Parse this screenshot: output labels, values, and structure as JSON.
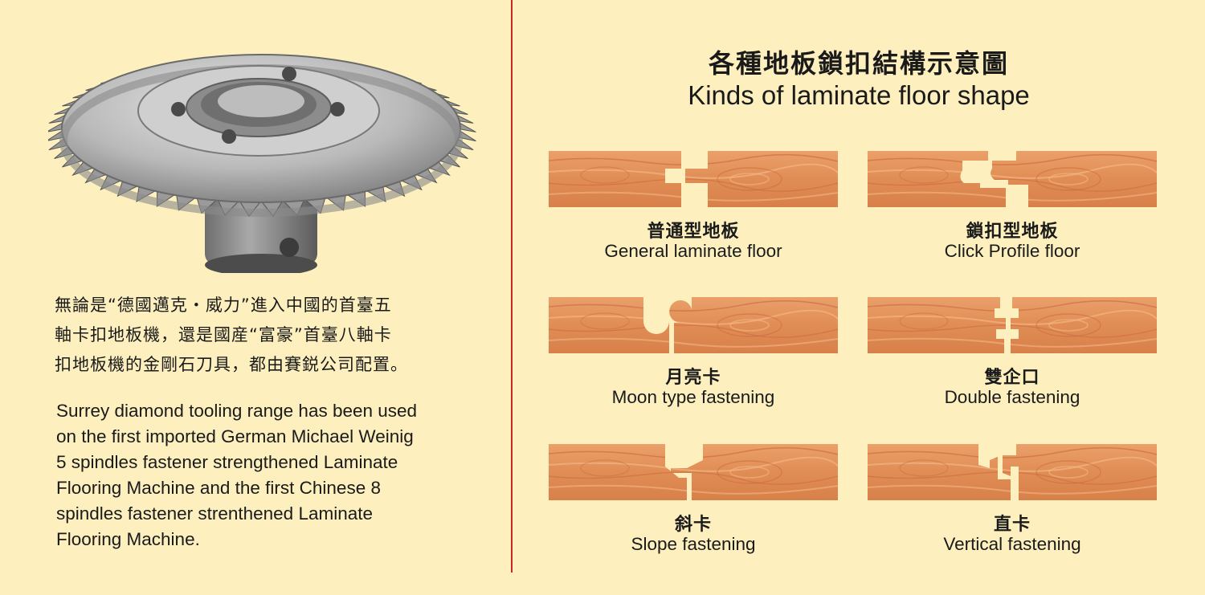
{
  "left": {
    "image_alt": "diamond-tipped cutter wheel",
    "zh_text": "無論是“德國邁克・威力”進入中國的首臺五\n軸卡扣地板機，還是國産“富豪”首臺八軸卡\n扣地板機的金剛石刀具，都由賽鋭公司配置。",
    "en_text": "Surrey diamond tooling range has been used\non the first imported German Michael Weinig\n5 spindles fastener strengthened Laminate\nFlooring Machine and the first Chinese 8\nspindles fastener strenthened Laminate\nFlooring Machine."
  },
  "right": {
    "title_zh": "各種地板鎖扣結構示意圖",
    "title_en": "Kinds of laminate floor shape",
    "joints": [
      {
        "zh": "普通型地板",
        "en": "General laminate floor",
        "shape": "tongue-groove"
      },
      {
        "zh": "鎖扣型地板",
        "en": "Click Profile floor",
        "shape": "click-profile"
      },
      {
        "zh": "月亮卡",
        "en": "Moon type fastening",
        "shape": "moon"
      },
      {
        "zh": "雙企口",
        "en": "Double fastening",
        "shape": "double"
      },
      {
        "zh": "斜卡",
        "en": "Slope fastening",
        "shape": "slope"
      },
      {
        "zh": "直卡",
        "en": "Vertical fastening",
        "shape": "vertical"
      }
    ]
  },
  "colors": {
    "background": "#fdf0be",
    "divider": "#c8281e",
    "wood": "#e2935a",
    "wood_grain": "#c86a34"
  }
}
